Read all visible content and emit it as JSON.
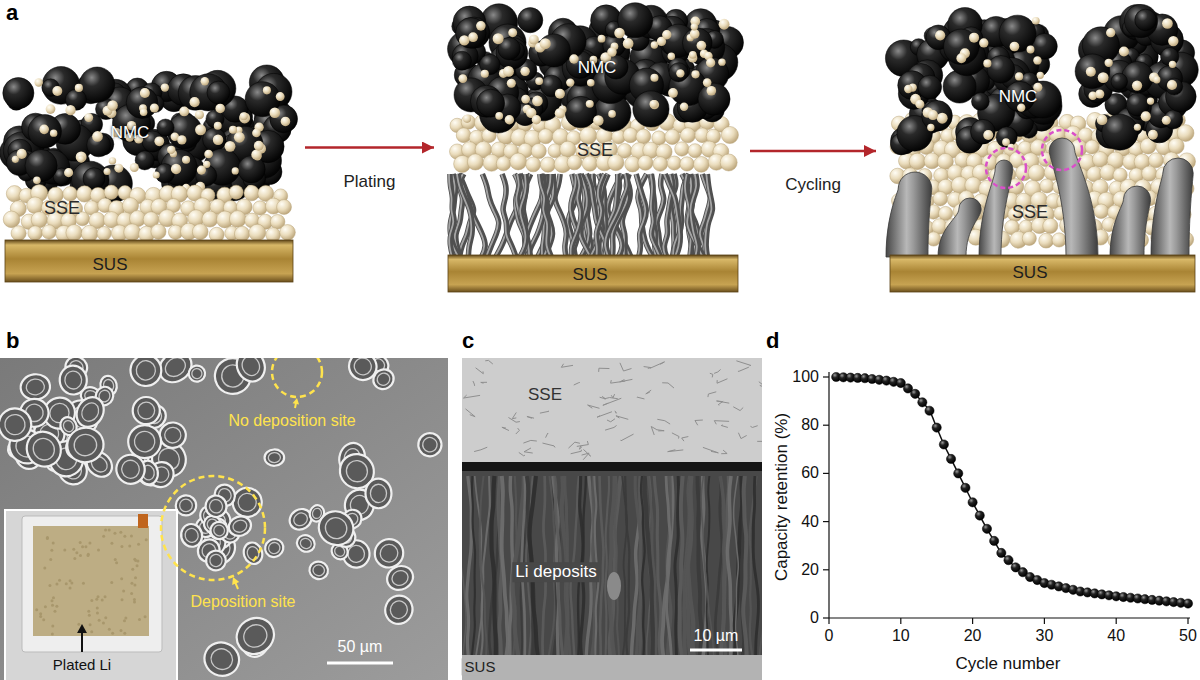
{
  "diagram": {
    "nodes": [
      {
        "text": [
          "NMC",
          "SSE",
          "SUS"
        ]
      },
      {
        "text": [
          "NMC",
          "SSE",
          "SUS"
        ]
      },
      {
        "text": [
          "NMC",
          "SSE",
          "SUS"
        ]
      }
    ],
    "edges": [
      {
        "from": 0,
        "to": 1,
        "arrow": "to",
        "label": "Plating"
      },
      {
        "from": 1,
        "to": 2,
        "arrow": "to",
        "label": "Cycling"
      }
    ],
    "labels": [
      "a",
      "b",
      "No deposition site",
      "Deposition site",
      "Plated Li",
      "50 µm",
      "c",
      "SSE",
      "Li deposits",
      "SUS",
      "10 µm",
      "d",
      "100",
      "80",
      "60",
      "40",
      "20",
      "0",
      "0",
      "10",
      "20",
      "30",
      "40",
      "50",
      "Capacity retention (%)",
      "Cycle number"
    ]
  }
}
